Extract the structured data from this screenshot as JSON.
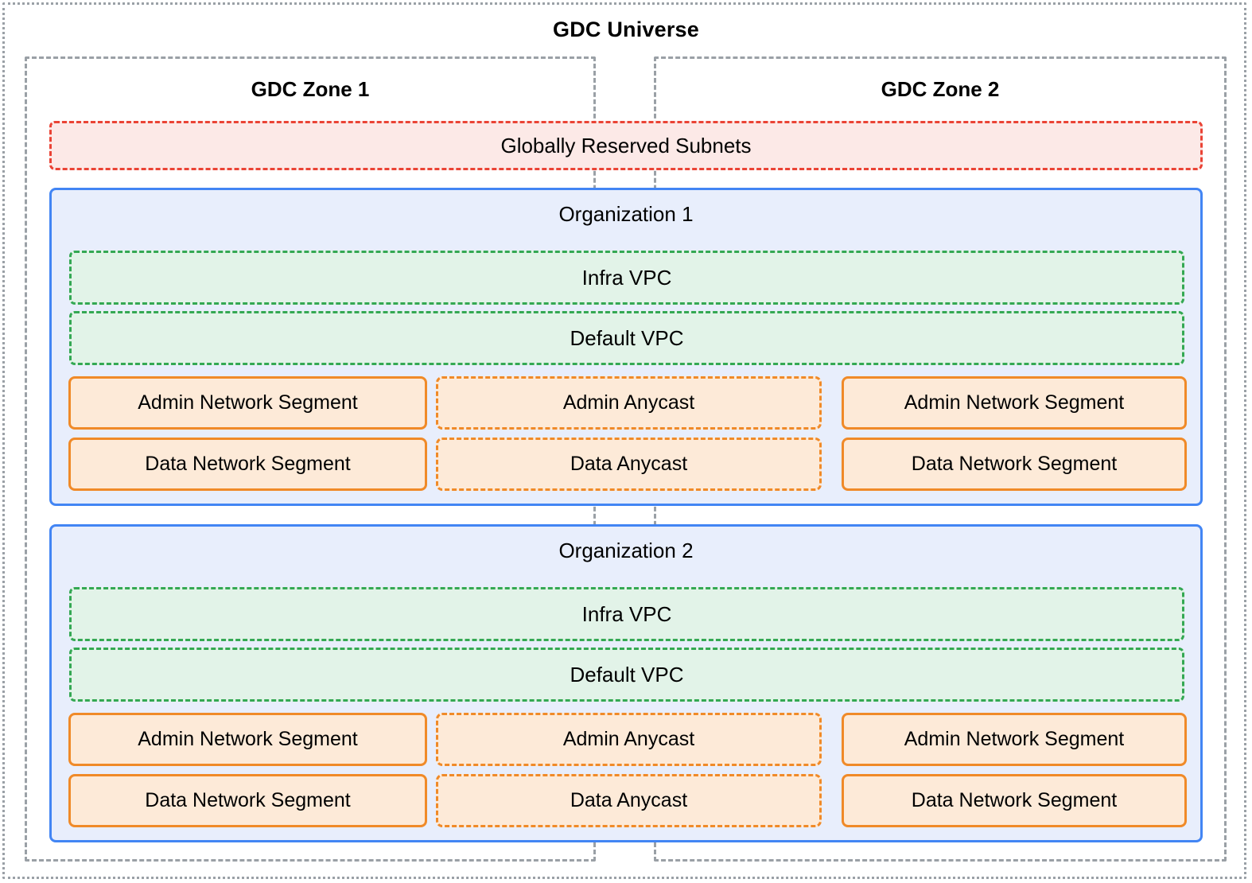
{
  "universe": {
    "title": "GDC Universe",
    "border_color": "#9aa0a6",
    "border_style": "dotted"
  },
  "zones": [
    {
      "id": "zone-1",
      "title": "GDC Zone 1"
    },
    {
      "id": "zone-2",
      "title": "GDC Zone 2"
    }
  ],
  "reserved": {
    "label": "Globally Reserved Subnets",
    "border_color": "#ea4335",
    "fill_color": "#fce9e7",
    "border_style": "dashed"
  },
  "organizations": [
    {
      "id": "org-1",
      "title": "Organization 1",
      "border_color": "#4285f4",
      "fill_color": "#e8eefc",
      "vpcs": [
        {
          "label": "Infra VPC",
          "border_color": "#34a853",
          "fill_color": "#e2f3e8",
          "border_style": "dashed"
        },
        {
          "label": "Default VPC",
          "border_color": "#34a853",
          "fill_color": "#e2f3e8",
          "border_style": "dashed"
        }
      ],
      "rows": [
        {
          "name": "admin",
          "left": {
            "label": "Admin Network Segment",
            "border_style": "solid"
          },
          "mid": {
            "label": "Admin Anycast",
            "border_style": "dashed"
          },
          "right": {
            "label": "Admin Network Segment",
            "border_style": "solid"
          }
        },
        {
          "name": "data",
          "left": {
            "label": "Data Network Segment",
            "border_style": "solid"
          },
          "mid": {
            "label": "Data Anycast",
            "border_style": "dashed"
          },
          "right": {
            "label": "Data Network Segment",
            "border_style": "solid"
          }
        }
      ]
    },
    {
      "id": "org-2",
      "title": "Organization 2",
      "border_color": "#4285f4",
      "fill_color": "#e8eefc",
      "vpcs": [
        {
          "label": "Infra VPC",
          "border_color": "#34a853",
          "fill_color": "#e2f3e8",
          "border_style": "dashed"
        },
        {
          "label": "Default VPC",
          "border_color": "#34a853",
          "fill_color": "#e2f3e8",
          "border_style": "dashed"
        }
      ],
      "rows": [
        {
          "name": "admin",
          "left": {
            "label": "Admin Network Segment",
            "border_style": "solid"
          },
          "mid": {
            "label": "Admin Anycast",
            "border_style": "dashed"
          },
          "right": {
            "label": "Admin Network Segment",
            "border_style": "solid"
          }
        },
        {
          "name": "data",
          "left": {
            "label": "Data Network Segment",
            "border_style": "solid"
          },
          "mid": {
            "label": "Data Anycast",
            "border_style": "dashed"
          },
          "right": {
            "label": "Data Network Segment",
            "border_style": "solid"
          }
        }
      ]
    }
  ],
  "palette": {
    "segment_border": "#f08a28",
    "segment_fill": "#fdead8",
    "text": "#000000",
    "page_background": "#ffffff"
  }
}
